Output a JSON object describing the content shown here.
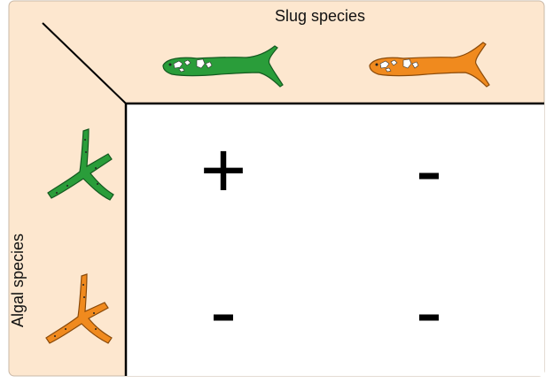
{
  "column_header": "Slug species",
  "row_header": "Algal species",
  "columns": [
    {
      "name": "green-slug",
      "color": "#2a9d3a"
    },
    {
      "name": "orange-slug",
      "color": "#f08a1e"
    }
  ],
  "rows": [
    {
      "name": "green-alga",
      "color": "#2a9d3a"
    },
    {
      "name": "orange-alga",
      "color": "#f08a1e"
    }
  ],
  "cells": [
    [
      "+",
      "-"
    ],
    [
      "-",
      "-"
    ]
  ],
  "colors": {
    "header_bg": "#fde7cf",
    "grid_bg": "#ffffff",
    "border": "#000000"
  }
}
